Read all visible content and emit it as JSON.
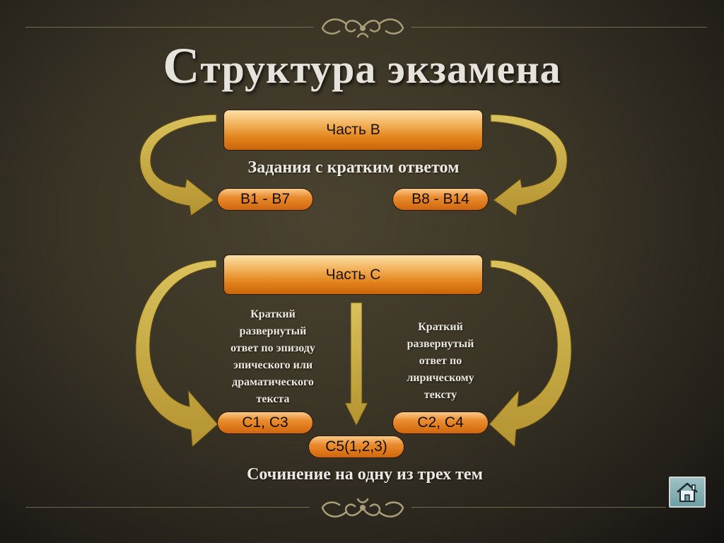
{
  "title": {
    "first_letter": "С",
    "rest": "труктура экзамена"
  },
  "part_b": {
    "label": "Часть В",
    "subtitle": "Задания с кратким ответом",
    "left_group": "В1 - В7",
    "right_group": "В8 - В14"
  },
  "part_c": {
    "label": "Часть С",
    "left_desc": [
      "Краткий",
      "развернутый",
      "ответ по эпизоду",
      "эпического или",
      "драматического",
      "текста"
    ],
    "right_desc": [
      "Краткий",
      "развернутый",
      "ответ по",
      "лирическому",
      "тексту"
    ],
    "left_group": "С1, С3",
    "right_group": "С2, С4",
    "center_group": "С5(1,2,3)",
    "essay": "Сочинение на одну из трех тем"
  },
  "colors": {
    "arrow": "#c9ad47",
    "arrow_dark": "#8a6f1e",
    "box_accent": "#e2821a"
  },
  "icons": {
    "home": "home-icon",
    "ornament": "scroll-ornament"
  }
}
